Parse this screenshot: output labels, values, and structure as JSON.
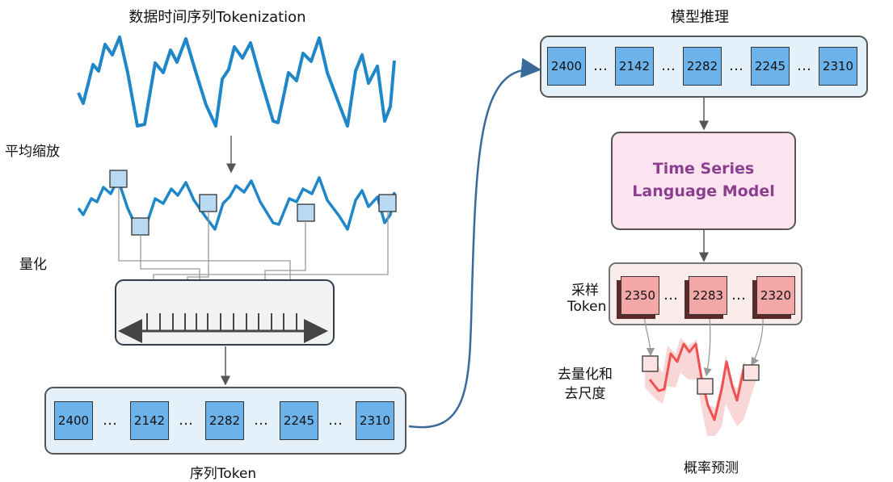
{
  "titles": {
    "tokenization": "数据时间序列Tokenization",
    "inference": "模型推理",
    "mean_scaling": "平均缩放",
    "quantization": "量化",
    "sequence_token": "序列Token",
    "sampling_line1": "采样",
    "sampling_line2": "Token",
    "dequant_line1": "去量化和",
    "dequant_line2": "去尺度",
    "probabilistic_forecast": "概率预测"
  },
  "model": {
    "line1": "Time Series",
    "line2": "Language Model"
  },
  "sequence_tokens": [
    "2400",
    "2142",
    "2282",
    "2245",
    "2310"
  ],
  "inference_tokens": [
    "2400",
    "2142",
    "2282",
    "2245",
    "2310"
  ],
  "sampled_tokens": [
    "2350",
    "2283",
    "2320"
  ],
  "ellipsis": "…",
  "colors": {
    "series": "#1f86c8",
    "token_blue": "#6cb3ec",
    "token_red": "#f4a7a7",
    "panel_blue": "#e4f0fa",
    "model_fill": "#fbe3f0",
    "model_text": "#8c3f8f",
    "forecast": "#f05050"
  }
}
